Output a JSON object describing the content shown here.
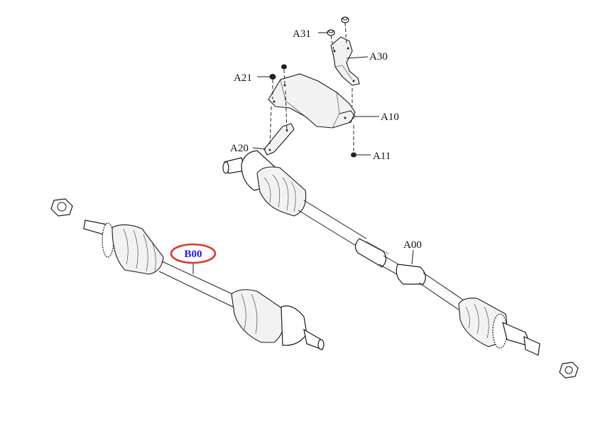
{
  "labels": {
    "a31": "A31",
    "a30": "A30",
    "a21": "A21",
    "a10": "A10",
    "a20": "A20",
    "a11": "A11",
    "a00": "A00",
    "b00": "B00"
  },
  "colors": {
    "highlight_ring": "#e0342a",
    "highlight_text": "#1a1adb",
    "line": "#1a1a1a",
    "background": "#ffffff"
  }
}
